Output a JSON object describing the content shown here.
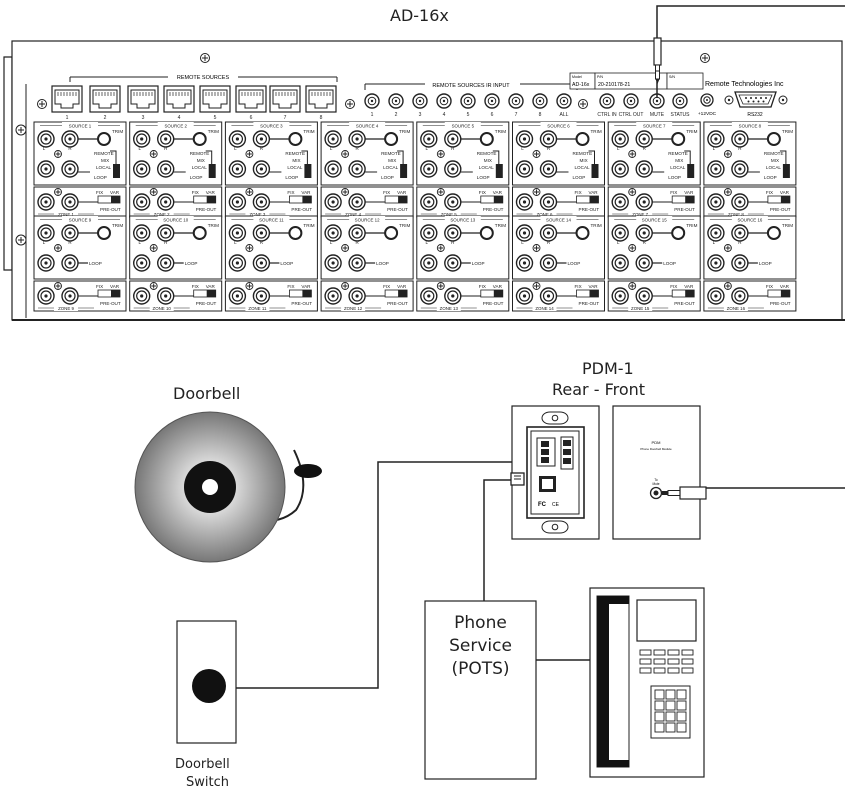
{
  "labels": {
    "ad16x": "AD-16x",
    "pdm1": "PDM-1",
    "pdm1_view": "Rear - Front",
    "doorbell": "Doorbell",
    "doorbell_switch_1": "Doorbell",
    "doorbell_switch_2": "Switch",
    "phone_service_1": "Phone",
    "phone_service_2": "Service",
    "phone_service_3": "(POTS)"
  },
  "amplifier": {
    "remote_sources_header": "REMOTE SOURCES",
    "ir_input_header": "REMOTE SOURCES IR INPUT",
    "rj45_numbers": [
      "1",
      "2",
      "3",
      "4",
      "5",
      "6",
      "7",
      "8"
    ],
    "ir_labels": [
      "1",
      "2",
      "3",
      "4",
      "5",
      "6",
      "7",
      "8",
      "ALL"
    ],
    "control_labels": [
      "CTRL IN",
      "CTRL OUT",
      "MUTE",
      "STATUS"
    ],
    "power_label": "+12VDC",
    "rs232_label": "RS232",
    "model_caption": "Model",
    "model_value": "AD-16x",
    "pn_caption": "P/N",
    "pn_value": "20-210178-21",
    "sn_caption": "S/N",
    "brand": "Remote Technologies Inc",
    "sources": [
      "SOURCE 1",
      "SOURCE 2",
      "SOURCE 3",
      "SOURCE 4",
      "SOURCE 5",
      "SOURCE 6",
      "SOURCE 7",
      "SOURCE 8",
      "SOURCE 9",
      "SOURCE 10",
      "SOURCE 11",
      "SOURCE 12",
      "SOURCE 13",
      "SOURCE 14",
      "SOURCE 15",
      "SOURCE 16"
    ],
    "zones": [
      "ZONE 1",
      "ZONE 2",
      "ZONE 3",
      "ZONE 4",
      "ZONE 5",
      "ZONE 6",
      "ZONE 7",
      "ZONE 8",
      "ZONE 9",
      "ZONE 10",
      "ZONE 11",
      "ZONE 12",
      "ZONE 13",
      "ZONE 14",
      "ZONE 15",
      "ZONE 16"
    ],
    "trim": "TRIM",
    "loop": "LOOP",
    "remote": "REMOTE",
    "mix": "MIX",
    "local": "LOCAL",
    "fix": "FIX",
    "var": "VAR",
    "preout": "PRE-OUT",
    "ch_l": "L",
    "ch_r": "R"
  },
  "pdm": {
    "front_model": "PDM",
    "front_desc": "Phone Doorbell Module",
    "front_jack_1": "To",
    "front_jack_2": "Mute",
    "fc_mark": "FC",
    "ce_mark": "CE"
  }
}
